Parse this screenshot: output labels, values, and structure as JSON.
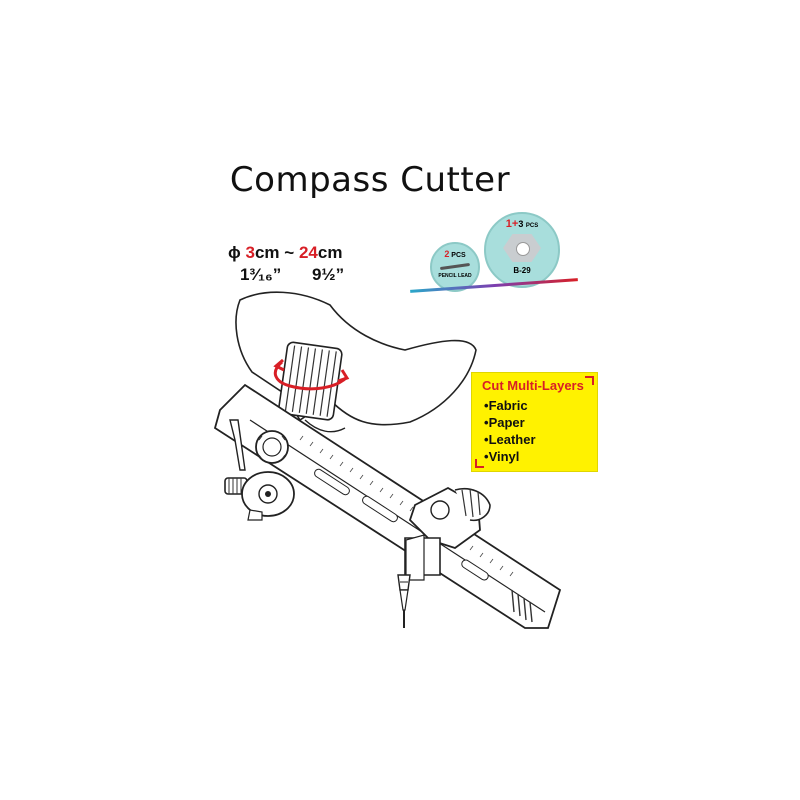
{
  "title": "Compass Cutter",
  "spec": {
    "phi": "ϕ",
    "cm_min": "3",
    "cm_unit1": "cm",
    "tilde": "~",
    "cm_max": "24",
    "cm_unit2": "cm",
    "in_min": "1³⁄₁₆”",
    "in_max": "9½”"
  },
  "accessories": {
    "lead": {
      "count": "2",
      "count_unit": "PCS",
      "label": "PENCIL LEAD"
    },
    "blade": {
      "count_a": "1",
      "plus": "+",
      "count_b": "3",
      "count_unit": "PCS",
      "label": "B-29"
    }
  },
  "callout": {
    "heading": "Cut Multi-Layers",
    "items": [
      "Fabric",
      "Paper",
      "Leather",
      "Vinyl"
    ]
  },
  "colors": {
    "accent_red": "#d81f26",
    "callout_yellow": "#fff200",
    "teal": "#a8dedc"
  }
}
